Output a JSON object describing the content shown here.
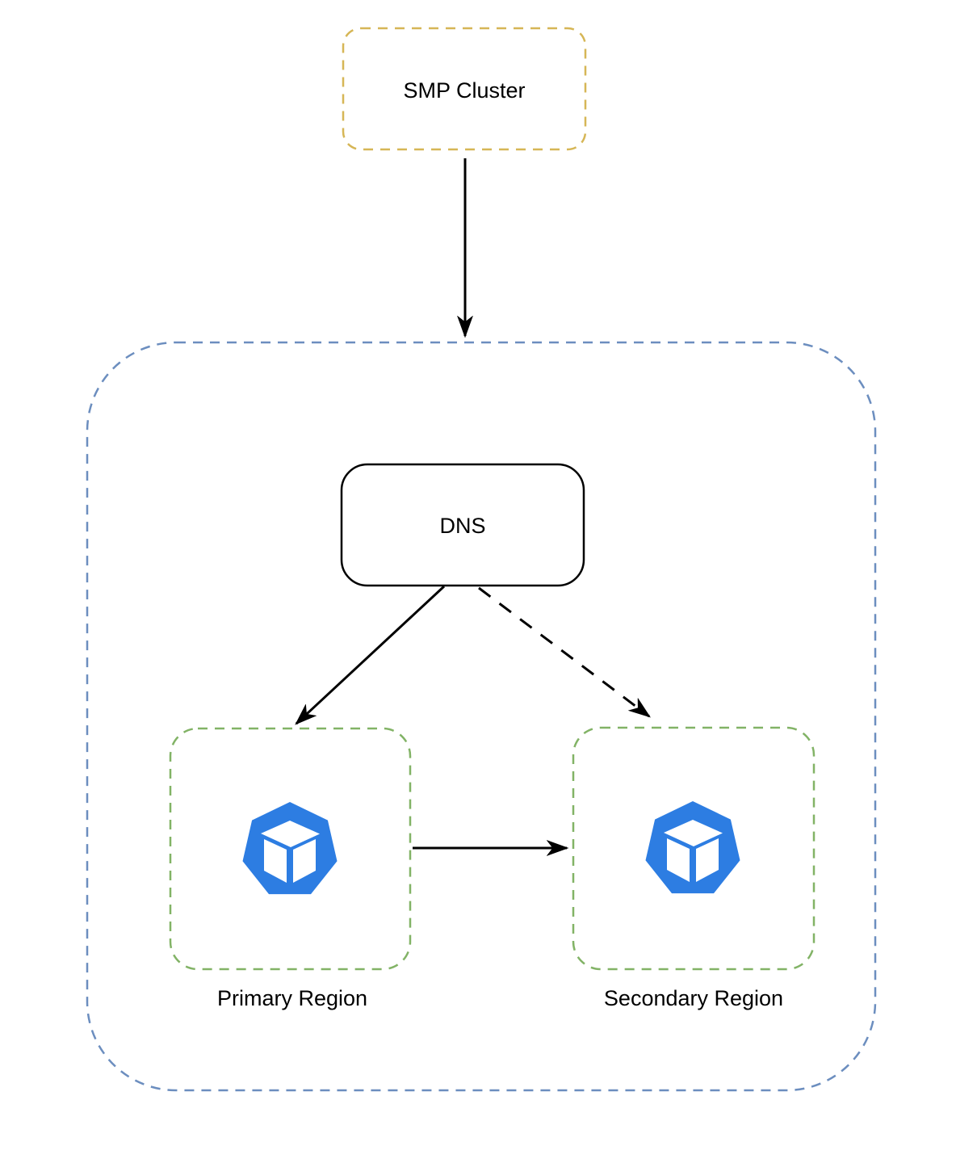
{
  "diagram": {
    "type": "architecture-diagram",
    "nodes": {
      "smp_cluster": {
        "label": "SMP Cluster",
        "border_style": "dashed",
        "border_color": "#d6b656"
      },
      "dns_zone": {
        "label": "",
        "border_style": "dashed",
        "border_color": "#6c8ebf"
      },
      "dns": {
        "label": "DNS",
        "border_style": "solid",
        "border_color": "#000000"
      },
      "primary_region": {
        "label": "Primary Region",
        "border_style": "dashed",
        "border_color": "#82b366",
        "icon": "kubernetes-cluster-icon"
      },
      "secondary_region": {
        "label": "Secondary Region",
        "border_style": "dashed",
        "border_color": "#82b366",
        "icon": "kubernetes-cluster-icon"
      }
    },
    "edges": [
      {
        "from": "smp_cluster",
        "to": "dns_zone",
        "style": "solid",
        "arrow": "end"
      },
      {
        "from": "dns",
        "to": "primary_region",
        "style": "solid",
        "arrow": "end"
      },
      {
        "from": "dns",
        "to": "secondary_region",
        "style": "dashed",
        "arrow": "end"
      },
      {
        "from": "primary_region",
        "to": "secondary_region",
        "style": "solid",
        "arrow": "end"
      }
    ],
    "colors": {
      "background": "#ffffff",
      "smp_border": "#d6b656",
      "zone_border": "#6c8ebf",
      "region_border": "#82b366",
      "node_border": "#000000",
      "icon_blue": "#2d7de2",
      "icon_cube": "#ffffff",
      "arrow": "#000000",
      "text": "#000000"
    }
  }
}
